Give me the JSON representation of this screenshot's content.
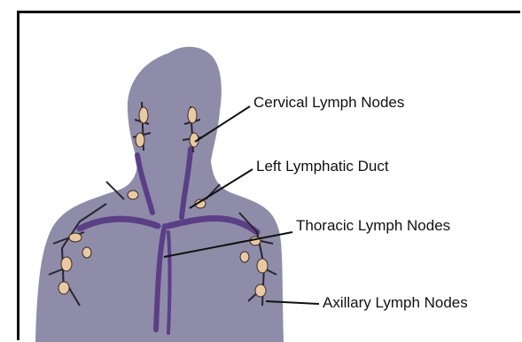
{
  "labels": {
    "cervical": "Cervical Lymph Nodes",
    "left_duct": "Left Lymphatic Duct",
    "thoracic": "Thoracic Lymph Nodes",
    "axillary": "Axillary Lymph Nodes"
  },
  "colors": {
    "body": "#8f8ca9",
    "duct": "#5b3f86",
    "node": "#e9c9a3",
    "frame": "#111111"
  }
}
